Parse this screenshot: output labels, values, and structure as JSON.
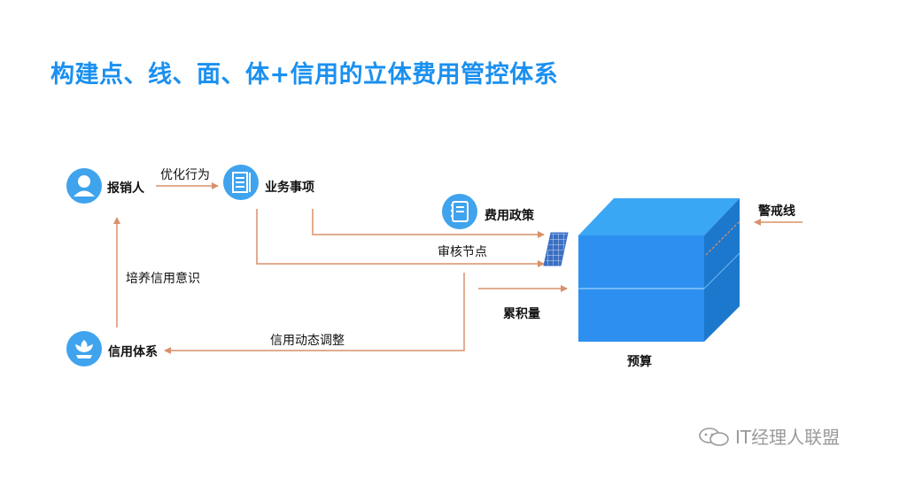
{
  "title": "构建点、线、面、体+信用的立体费用管控体系",
  "nodes": {
    "reimburser": {
      "icon": "person-icon",
      "label": "报销人"
    },
    "business_item": {
      "icon": "document-icon",
      "label": "业务事项"
    },
    "expense_policy": {
      "icon": "notebook-icon",
      "label": "费用政策"
    },
    "credit_system": {
      "icon": "flower-icon",
      "label": "信用体系"
    }
  },
  "edges": {
    "optimize_behavior": "优化行为",
    "audit_node": "审核节点",
    "cultivate_credit": "培养信用意识",
    "credit_dynamic_adjust": "信用动态调整",
    "accumulation": "累积量",
    "warning_line": "警戒线"
  },
  "cube": {
    "label": "预算",
    "color": "#2d8ff0"
  },
  "colors": {
    "accent": "#1a90f0",
    "arrow": "#d9916a",
    "icon": "#3fa3ee"
  },
  "watermark": "IT经理人联盟"
}
